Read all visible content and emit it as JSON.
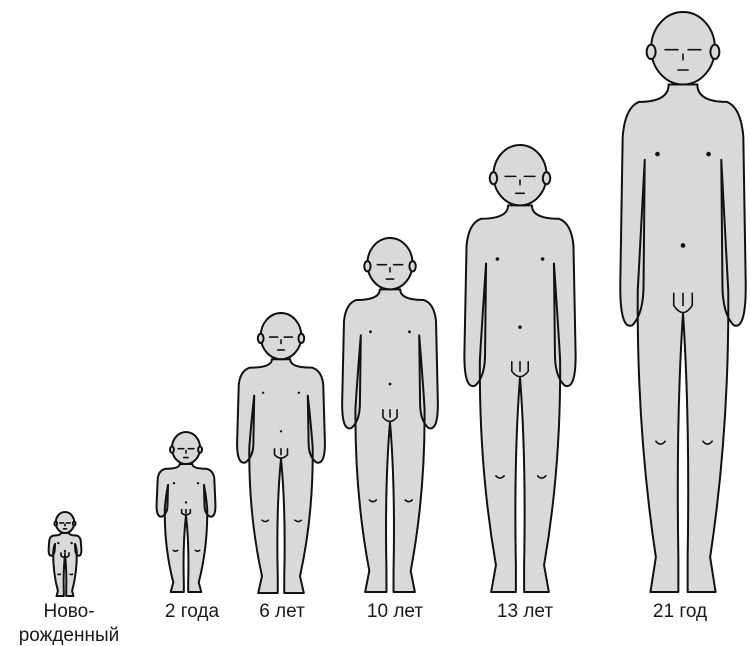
{
  "figures": [
    {
      "id": "newborn",
      "label_lines": [
        "Ново-",
        "рожденный"
      ]
    },
    {
      "id": "age-2",
      "label_lines": [
        "2 года"
      ]
    },
    {
      "id": "age-6",
      "label_lines": [
        "6 лет"
      ]
    },
    {
      "id": "age-10",
      "label_lines": [
        "10 лет"
      ]
    },
    {
      "id": "age-13",
      "label_lines": [
        "13 лет"
      ]
    },
    {
      "id": "age-21",
      "label_lines": [
        "21 год"
      ]
    }
  ],
  "colors": {
    "figure_fill": "#d9d9d9",
    "outline": "#111111",
    "text": "#1a1a1a"
  }
}
